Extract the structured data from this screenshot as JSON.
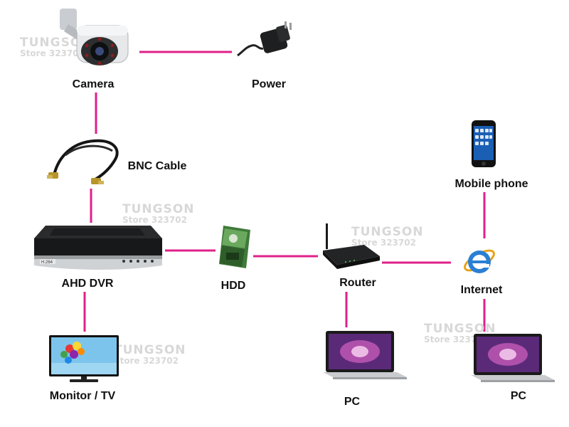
{
  "diagram": {
    "nodes": [
      {
        "id": "camera",
        "label": "Camera",
        "icon": "security-camera-icon"
      },
      {
        "id": "power",
        "label": "Power",
        "icon": "power-adapter-icon"
      },
      {
        "id": "bnc",
        "label": "BNC Cable",
        "icon": "bnc-cable-icon"
      },
      {
        "id": "dvr",
        "label": "AHD DVR",
        "icon": "dvr-recorder-icon"
      },
      {
        "id": "hdd",
        "label": "HDD",
        "icon": "hard-drive-icon"
      },
      {
        "id": "router",
        "label": "Router",
        "icon": "wifi-router-icon"
      },
      {
        "id": "internet",
        "label": "Internet",
        "icon": "internet-explorer-icon"
      },
      {
        "id": "mobile",
        "label": "Mobile phone",
        "icon": "smartphone-icon"
      },
      {
        "id": "monitor",
        "label": "Monitor / TV",
        "icon": "monitor-tv-icon"
      },
      {
        "id": "pc1",
        "label": "PC",
        "icon": "laptop-icon"
      },
      {
        "id": "pc2",
        "label": "PC",
        "icon": "laptop-icon"
      }
    ],
    "edges": [
      {
        "from": "camera",
        "to": "power"
      },
      {
        "from": "camera",
        "to": "bnc"
      },
      {
        "from": "bnc",
        "to": "dvr"
      },
      {
        "from": "dvr",
        "to": "hdd"
      },
      {
        "from": "dvr",
        "to": "monitor"
      },
      {
        "from": "hdd",
        "to": "router"
      },
      {
        "from": "router",
        "to": "internet"
      },
      {
        "from": "router",
        "to": "pc1"
      },
      {
        "from": "internet",
        "to": "mobile"
      },
      {
        "from": "internet",
        "to": "pc2"
      }
    ],
    "line_color": "#e0208a",
    "dvr_panel_text": "H.264"
  },
  "watermark": {
    "brand": "TUNGSON",
    "store": "Store 323702",
    "color": "#d8d8d8"
  }
}
